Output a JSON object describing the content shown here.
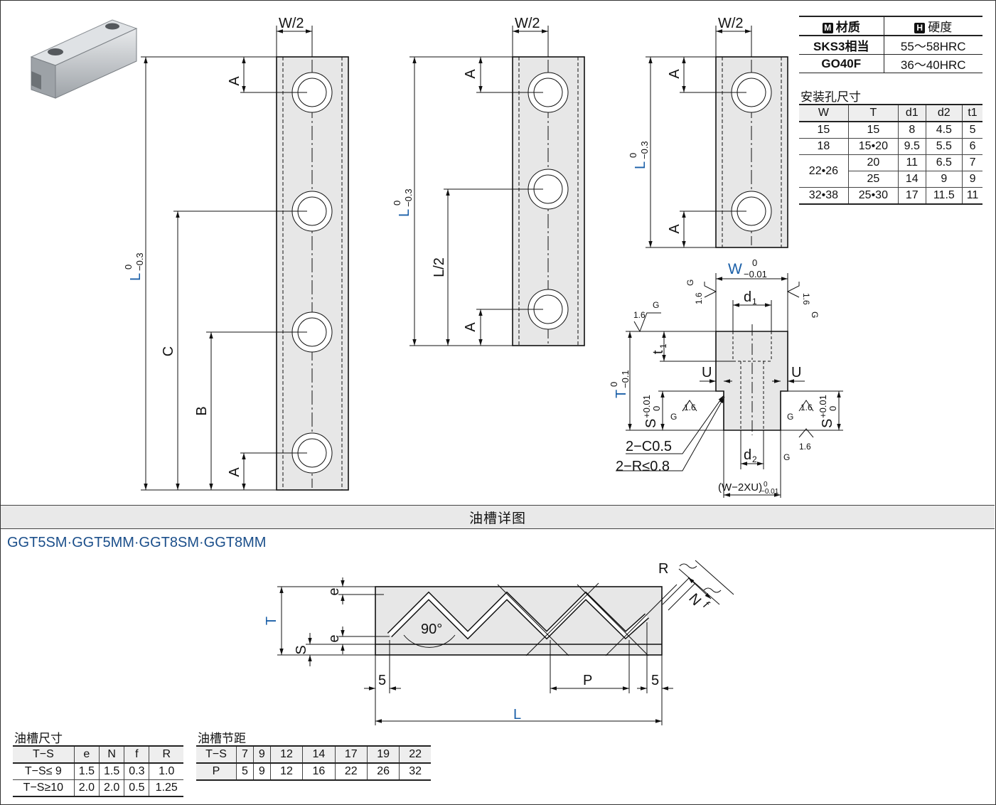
{
  "section_title": "油槽详图",
  "models_line": "GGT5SM·GGT5MM·GGT8SM·GGT8MM",
  "material_table": {
    "header_material_badge": "M",
    "header_material": "材质",
    "header_hardness_badge": "H",
    "header_hardness": "硬度",
    "rows": [
      {
        "material": "SKS3相当",
        "hardness": "55～58HRC"
      },
      {
        "material": "GO40F",
        "hardness": "36～40HRC"
      }
    ]
  },
  "hole_table": {
    "title": "安装孔尺寸",
    "headers": [
      "W",
      "T",
      "d1",
      "d2",
      "t1"
    ],
    "rows": [
      {
        "W": "15",
        "T": "15",
        "d1": "8",
        "d2": "4.5",
        "t1": "5"
      },
      {
        "W": "18",
        "T": "15•20",
        "d1": "9.5",
        "d2": "5.5",
        "t1": "6"
      },
      {
        "W": "22•26",
        "T": "20",
        "d1": "11",
        "d2": "6.5",
        "t1": "7"
      },
      {
        "W": "",
        "T": "25",
        "d1": "14",
        "d2": "9",
        "t1": "9"
      },
      {
        "W": "32•38",
        "T": "25•30",
        "d1": "17",
        "d2": "11.5",
        "t1": "11"
      }
    ]
  },
  "oil_size_table": {
    "title": "油槽尺寸",
    "headers": [
      "T−S",
      "e",
      "N",
      "f",
      "R"
    ],
    "rows": [
      [
        "T−S≤ 9",
        "1.5",
        "1.5",
        "0.3",
        "1.0"
      ],
      [
        "T−S≥10",
        "2.0",
        "2.0",
        "0.5",
        "1.25"
      ]
    ]
  },
  "oil_pitch_table": {
    "title": "油槽节距",
    "header_label": "T−S",
    "header_values": [
      "7",
      "9",
      "12",
      "14",
      "17",
      "19",
      "22"
    ],
    "row_label": "P",
    "row_values": [
      "5",
      "9",
      "12",
      "16",
      "22",
      "26",
      "32"
    ]
  },
  "labels": {
    "w_half": "W/2",
    "a": "A",
    "b": "B",
    "c": "C",
    "l": "L",
    "l_half": "L/2",
    "tol_upper_zero": "0",
    "tol_l": "−0.3",
    "w": "W",
    "tol_w": "−0.01",
    "t": "T",
    "tol_t": "−0.1",
    "s": "S",
    "tol_s_upper": "+0.01",
    "d1": "d",
    "d1_sub": "1",
    "d2": "d",
    "d2_sub": "2",
    "t1": "t",
    "t1_sub": "1",
    "u": "U",
    "chamfer": "2−C0.5",
    "radius": "2−R≤0.8",
    "bottom_width": "(W−2XU)",
    "bottom_tol_upper": "0",
    "bottom_tol_lower": "−0.01",
    "rough": "1.6",
    "g": "G",
    "e": "e",
    "angle": "90°",
    "p": "P",
    "five": "5",
    "r": "R",
    "n": "N",
    "f": "f"
  },
  "colors": {
    "accent_blue": "#1a5fa8",
    "part_fill": "#e7e7e7",
    "photo_steel": "#c8ccd0"
  }
}
